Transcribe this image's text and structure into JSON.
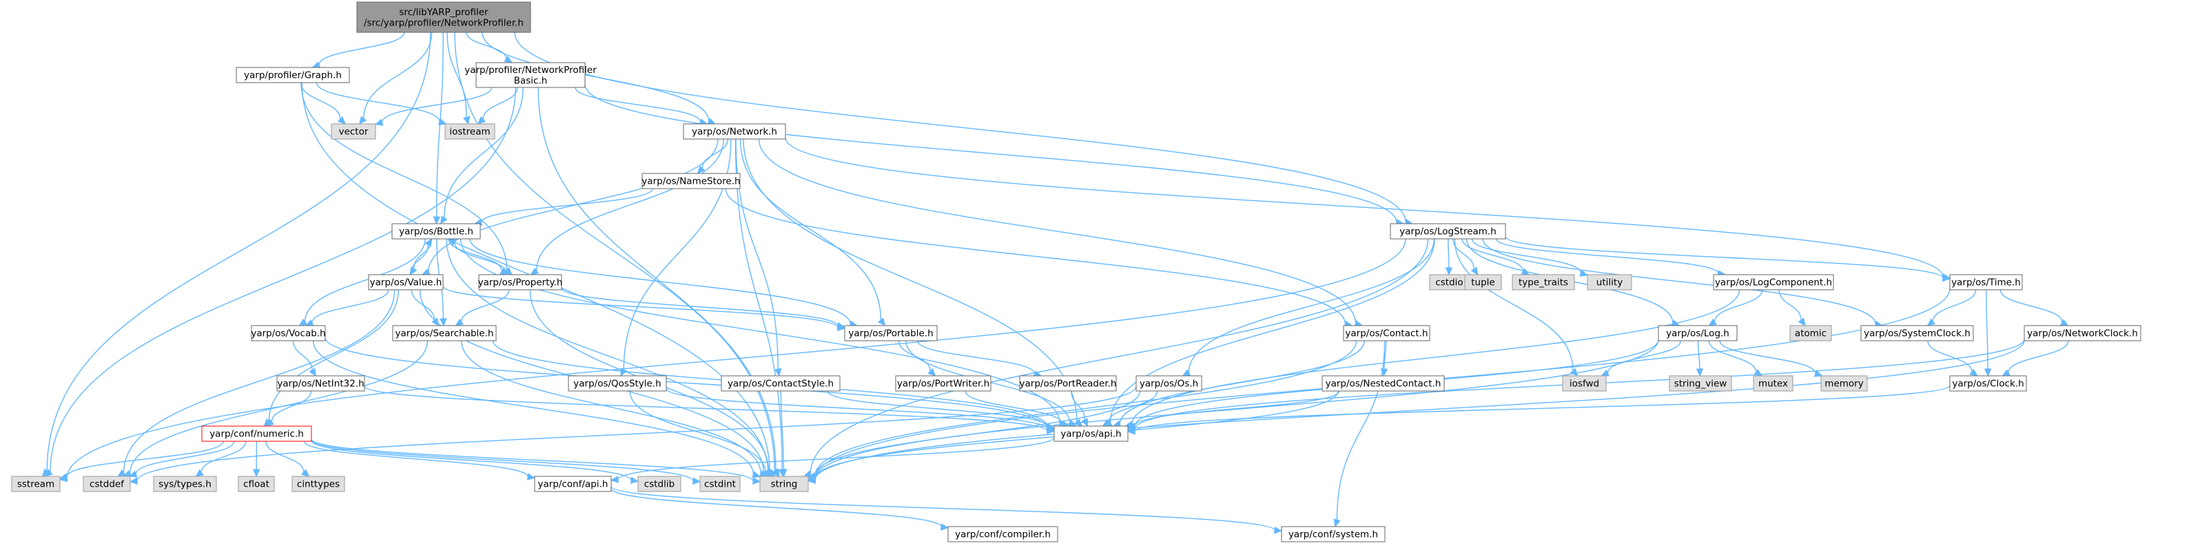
{
  "nodes": [
    {
      "id": "root",
      "lines": [
        "src/libYARP_profiler",
        "/src/yarp/profiler/NetworkProfiler.h"
      ],
      "kind": "root"
    },
    {
      "id": "graph_h",
      "lines": [
        "yarp/profiler/Graph.h"
      ],
      "kind": "internal"
    },
    {
      "id": "npbasic",
      "lines": [
        "yarp/profiler/NetworkProfiler",
        "Basic.h"
      ],
      "kind": "internal"
    },
    {
      "id": "vector",
      "lines": [
        "vector"
      ],
      "kind": "system"
    },
    {
      "id": "iostream",
      "lines": [
        "iostream"
      ],
      "kind": "system"
    },
    {
      "id": "network",
      "lines": [
        "yarp/os/Network.h"
      ],
      "kind": "internal"
    },
    {
      "id": "namestore",
      "lines": [
        "yarp/os/NameStore.h"
      ],
      "kind": "internal"
    },
    {
      "id": "bottle",
      "lines": [
        "yarp/os/Bottle.h"
      ],
      "kind": "internal"
    },
    {
      "id": "logstream",
      "lines": [
        "yarp/os/LogStream.h"
      ],
      "kind": "internal"
    },
    {
      "id": "value",
      "lines": [
        "yarp/os/Value.h"
      ],
      "kind": "internal"
    },
    {
      "id": "property",
      "lines": [
        "yarp/os/Property.h"
      ],
      "kind": "internal"
    },
    {
      "id": "vocab",
      "lines": [
        "yarp/os/Vocab.h"
      ],
      "kind": "internal"
    },
    {
      "id": "searchable",
      "lines": [
        "yarp/os/Searchable.h"
      ],
      "kind": "internal"
    },
    {
      "id": "portable",
      "lines": [
        "yarp/os/Portable.h"
      ],
      "kind": "internal"
    },
    {
      "id": "contact",
      "lines": [
        "yarp/os/Contact.h"
      ],
      "kind": "internal"
    },
    {
      "id": "nestedcontact",
      "lines": [
        "yarp/os/NestedContact.h"
      ],
      "kind": "internal"
    },
    {
      "id": "netint32",
      "lines": [
        "yarp/os/NetInt32.h"
      ],
      "kind": "internal"
    },
    {
      "id": "qosstyle",
      "lines": [
        "yarp/os/QosStyle.h"
      ],
      "kind": "internal"
    },
    {
      "id": "contactstyle",
      "lines": [
        "yarp/os/ContactStyle.h"
      ],
      "kind": "internal"
    },
    {
      "id": "portwriter",
      "lines": [
        "yarp/os/PortWriter.h"
      ],
      "kind": "internal"
    },
    {
      "id": "portreader",
      "lines": [
        "yarp/os/PortReader.h"
      ],
      "kind": "internal"
    },
    {
      "id": "os_h",
      "lines": [
        "yarp/os/Os.h"
      ],
      "kind": "internal"
    },
    {
      "id": "api_os",
      "lines": [
        "yarp/os/api.h"
      ],
      "kind": "internal"
    },
    {
      "id": "numeric",
      "lines": [
        "yarp/conf/numeric.h"
      ],
      "kind": "truncated"
    },
    {
      "id": "conf_api",
      "lines": [
        "yarp/conf/api.h"
      ],
      "kind": "internal"
    },
    {
      "id": "compiler",
      "lines": [
        "yarp/conf/compiler.h"
      ],
      "kind": "internal"
    },
    {
      "id": "system",
      "lines": [
        "yarp/conf/system.h"
      ],
      "kind": "internal"
    },
    {
      "id": "logcomponent",
      "lines": [
        "yarp/os/LogComponent.h"
      ],
      "kind": "internal"
    },
    {
      "id": "log",
      "lines": [
        "yarp/os/Log.h"
      ],
      "kind": "internal"
    },
    {
      "id": "time",
      "lines": [
        "yarp/os/Time.h"
      ],
      "kind": "internal"
    },
    {
      "id": "systemclock",
      "lines": [
        "yarp/os/SystemClock.h"
      ],
      "kind": "internal"
    },
    {
      "id": "networkclock",
      "lines": [
        "yarp/os/NetworkClock.h"
      ],
      "kind": "internal"
    },
    {
      "id": "clock",
      "lines": [
        "yarp/os/Clock.h"
      ],
      "kind": "internal"
    },
    {
      "id": "cstdio",
      "lines": [
        "cstdio"
      ],
      "kind": "system"
    },
    {
      "id": "tuple",
      "lines": [
        "tuple"
      ],
      "kind": "system"
    },
    {
      "id": "type_traits",
      "lines": [
        "type_traits"
      ],
      "kind": "system"
    },
    {
      "id": "utility",
      "lines": [
        "utility"
      ],
      "kind": "system"
    },
    {
      "id": "atomic",
      "lines": [
        "atomic"
      ],
      "kind": "system"
    },
    {
      "id": "iosfwd",
      "lines": [
        "iosfwd"
      ],
      "kind": "system"
    },
    {
      "id": "string_view",
      "lines": [
        "string_view"
      ],
      "kind": "system"
    },
    {
      "id": "mutex",
      "lines": [
        "mutex"
      ],
      "kind": "system"
    },
    {
      "id": "memory",
      "lines": [
        "memory"
      ],
      "kind": "system"
    },
    {
      "id": "sstream",
      "lines": [
        "sstream"
      ],
      "kind": "system"
    },
    {
      "id": "cstddef",
      "lines": [
        "cstddef"
      ],
      "kind": "system"
    },
    {
      "id": "systypes",
      "lines": [
        "sys/types.h"
      ],
      "kind": "system"
    },
    {
      "id": "cfloat",
      "lines": [
        "cfloat"
      ],
      "kind": "system"
    },
    {
      "id": "cinttypes",
      "lines": [
        "cinttypes"
      ],
      "kind": "system"
    },
    {
      "id": "cstdlib",
      "lines": [
        "cstdlib"
      ],
      "kind": "system"
    },
    {
      "id": "cstdint",
      "lines": [
        "cstdint"
      ],
      "kind": "system"
    },
    {
      "id": "string",
      "lines": [
        "string"
      ],
      "kind": "system"
    }
  ],
  "edges": [
    [
      "root",
      "graph_h"
    ],
    [
      "root",
      "npbasic"
    ],
    [
      "root",
      "vector"
    ],
    [
      "root",
      "iostream"
    ],
    [
      "root",
      "network"
    ],
    [
      "root",
      "bottle"
    ],
    [
      "root",
      "logstream"
    ],
    [
      "root",
      "sstream"
    ],
    [
      "root",
      "string"
    ],
    [
      "graph_h",
      "vector"
    ],
    [
      "graph_h",
      "iostream"
    ],
    [
      "graph_h",
      "property"
    ],
    [
      "graph_h",
      "string"
    ],
    [
      "npbasic",
      "vector"
    ],
    [
      "npbasic",
      "iostream"
    ],
    [
      "npbasic",
      "network"
    ],
    [
      "npbasic",
      "bottle"
    ],
    [
      "npbasic",
      "logstream"
    ],
    [
      "npbasic",
      "sstream"
    ],
    [
      "npbasic",
      "string"
    ],
    [
      "network",
      "namestore"
    ],
    [
      "network",
      "value"
    ],
    [
      "network",
      "property"
    ],
    [
      "network",
      "contact"
    ],
    [
      "network",
      "qosstyle"
    ],
    [
      "network",
      "contactstyle"
    ],
    [
      "network",
      "portable"
    ],
    [
      "network",
      "time"
    ],
    [
      "network",
      "api_os"
    ],
    [
      "network",
      "string"
    ],
    [
      "namestore",
      "bottle"
    ],
    [
      "namestore",
      "contact"
    ],
    [
      "bottle",
      "value"
    ],
    [
      "bottle",
      "property"
    ],
    [
      "bottle",
      "vocab"
    ],
    [
      "bottle",
      "searchable"
    ],
    [
      "bottle",
      "portable"
    ],
    [
      "bottle",
      "api_os"
    ],
    [
      "bottle",
      "string"
    ],
    [
      "value",
      "bottle"
    ],
    [
      "value",
      "vocab"
    ],
    [
      "value",
      "searchable"
    ],
    [
      "value",
      "portable"
    ],
    [
      "value",
      "numeric"
    ],
    [
      "value",
      "cstddef"
    ],
    [
      "value",
      "string"
    ],
    [
      "property",
      "bottle"
    ],
    [
      "property",
      "searchable"
    ],
    [
      "property",
      "portable"
    ],
    [
      "property",
      "string"
    ],
    [
      "vocab",
      "netint32"
    ],
    [
      "vocab",
      "api_os"
    ],
    [
      "vocab",
      "string"
    ],
    [
      "searchable",
      "api_os"
    ],
    [
      "searchable",
      "cstddef"
    ],
    [
      "searchable",
      "string"
    ],
    [
      "portable",
      "portwriter"
    ],
    [
      "portable",
      "portreader"
    ],
    [
      "portable",
      "api_os"
    ],
    [
      "netint32",
      "numeric"
    ],
    [
      "netint32",
      "api_os"
    ],
    [
      "qosstyle",
      "api_os"
    ],
    [
      "qosstyle",
      "string"
    ],
    [
      "contactstyle",
      "api_os"
    ],
    [
      "contactstyle",
      "string"
    ],
    [
      "portwriter",
      "api_os"
    ],
    [
      "portreader",
      "api_os"
    ],
    [
      "contact",
      "nestedcontact"
    ],
    [
      "contact",
      "api_os"
    ],
    [
      "contact",
      "string"
    ],
    [
      "contact",
      "system"
    ],
    [
      "nestedcontact",
      "api_os"
    ],
    [
      "nestedcontact",
      "string"
    ],
    [
      "os_h",
      "api_os"
    ],
    [
      "os_h",
      "string"
    ],
    [
      "os_h",
      "cstddef"
    ],
    [
      "logstream",
      "os_h"
    ],
    [
      "logstream",
      "cstdio"
    ],
    [
      "logstream",
      "tuple"
    ],
    [
      "logstream",
      "type_traits"
    ],
    [
      "logstream",
      "utility"
    ],
    [
      "logstream",
      "logcomponent"
    ],
    [
      "logstream",
      "log"
    ],
    [
      "logstream",
      "time"
    ],
    [
      "logstream",
      "systemclock"
    ],
    [
      "logstream",
      "iosfwd"
    ],
    [
      "logstream",
      "api_os"
    ],
    [
      "logstream",
      "sstream"
    ],
    [
      "logstream",
      "string"
    ],
    [
      "logcomponent",
      "log"
    ],
    [
      "logcomponent",
      "atomic"
    ],
    [
      "logcomponent",
      "api_os"
    ],
    [
      "log",
      "iosfwd"
    ],
    [
      "log",
      "string_view"
    ],
    [
      "log",
      "mutex"
    ],
    [
      "log",
      "memory"
    ],
    [
      "log",
      "api_os"
    ],
    [
      "log",
      "string"
    ],
    [
      "time",
      "systemclock"
    ],
    [
      "time",
      "networkclock"
    ],
    [
      "time",
      "clock"
    ],
    [
      "time",
      "string"
    ],
    [
      "systemclock",
      "clock"
    ],
    [
      "networkclock",
      "clock"
    ],
    [
      "networkclock",
      "api_os"
    ],
    [
      "networkclock",
      "string"
    ],
    [
      "clock",
      "api_os"
    ],
    [
      "api_os",
      "conf_api"
    ],
    [
      "numeric",
      "conf_api"
    ],
    [
      "numeric",
      "sstream"
    ],
    [
      "numeric",
      "cstddef"
    ],
    [
      "numeric",
      "systypes"
    ],
    [
      "numeric",
      "cfloat"
    ],
    [
      "numeric",
      "cinttypes"
    ],
    [
      "numeric",
      "cstdlib"
    ],
    [
      "numeric",
      "cstdint"
    ],
    [
      "numeric",
      "string"
    ],
    [
      "conf_api",
      "compiler"
    ],
    [
      "conf_api",
      "system"
    ]
  ],
  "colors": {
    "edge": "#63b8ff",
    "internal_fill": "#ffffff",
    "internal_stroke": "#666666",
    "system_fill": "#e0e0e0",
    "system_stroke": "#999999",
    "root_fill": "#999999",
    "root_stroke": "#666666",
    "truncated_stroke": "#ff0000"
  }
}
